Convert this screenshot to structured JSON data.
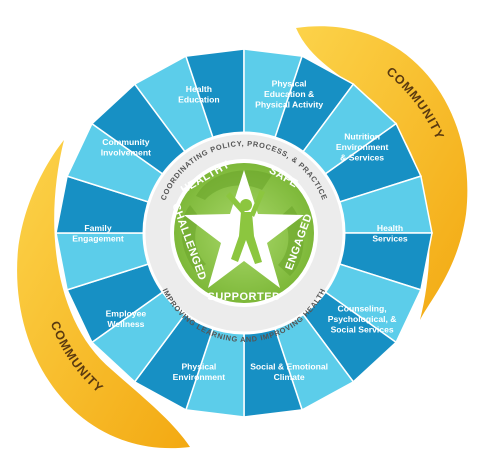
{
  "community": {
    "top_label": "COMMUNITY",
    "bottom_label": "COMMUNITY"
  },
  "components": [
    {
      "id": "health-education",
      "lines": [
        "Health",
        "Education"
      ]
    },
    {
      "id": "physical-education",
      "lines": [
        "Physical",
        "Education &",
        "Physical Activity"
      ]
    },
    {
      "id": "nutrition",
      "lines": [
        "Nutrition",
        "Environment",
        "& Services"
      ]
    },
    {
      "id": "health-services",
      "lines": [
        "Health",
        "Services"
      ]
    },
    {
      "id": "counseling",
      "lines": [
        "Counseling,",
        "Psychological, &",
        "Social Services"
      ]
    },
    {
      "id": "social-emotional",
      "lines": [
        "Social & Emotional",
        "Climate"
      ]
    },
    {
      "id": "physical-environment",
      "lines": [
        "Physical",
        "Environment"
      ]
    },
    {
      "id": "employee-wellness",
      "lines": [
        "Employee",
        "Wellness"
      ]
    },
    {
      "id": "family-engagement",
      "lines": [
        "Family",
        "Engagement"
      ]
    },
    {
      "id": "community-involvement",
      "lines": [
        "Community",
        "Involvement"
      ]
    }
  ],
  "inner_ring": {
    "top_text": "COORDINATING POLICY, PROCESS, & PRACTICE",
    "bottom_text": "IMPROVING LEARNING AND IMPROVING HEALTH"
  },
  "core": {
    "words": [
      "HEALTHY",
      "SAFE",
      "ENGAGED",
      "SUPPORTED",
      "CHALLENGED"
    ]
  },
  "colors": {
    "band_yellow": "#f5b813",
    "band_highlight": "#fcd34a",
    "segment_light": "#5ccdea",
    "segment_dark": "#1790c4",
    "ring_grey": "#e6e6e6",
    "core_green": "#8cc63f",
    "core_dark_green": "#6aa42a"
  }
}
